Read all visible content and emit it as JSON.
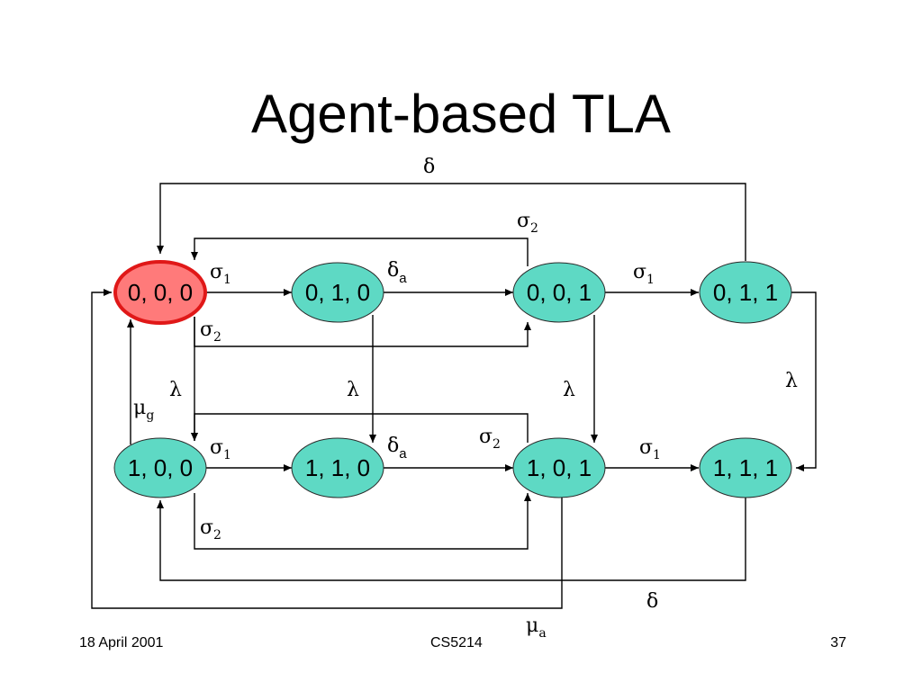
{
  "slide": {
    "title": "Agent-based TLA",
    "footer": {
      "date": "18 April 2001",
      "course": "CS5214",
      "page": "37"
    }
  },
  "colors": {
    "initial_state": "#ff7a7a",
    "initial_border": "#e01818",
    "state_fill": "#5ed9c4",
    "edge": "#000000"
  },
  "states": [
    {
      "id": "s000",
      "label": "0, 0, 0",
      "initial": true
    },
    {
      "id": "s010",
      "label": "0, 1, 0"
    },
    {
      "id": "s001",
      "label": "0, 0, 1"
    },
    {
      "id": "s011",
      "label": "0, 1, 1"
    },
    {
      "id": "s100",
      "label": "1, 0, 0"
    },
    {
      "id": "s110",
      "label": "1, 1, 0"
    },
    {
      "id": "s101",
      "label": "1, 0, 1"
    },
    {
      "id": "s111",
      "label": "1, 1, 1"
    }
  ],
  "edge_labels": {
    "delta_top": {
      "base": "δ",
      "sub": ""
    },
    "sigma2_top": {
      "base": "σ",
      "sub": "2"
    },
    "sigma1_r1a": {
      "base": "σ",
      "sub": "1"
    },
    "delta_a_r1": {
      "base": "δ",
      "sub": "a"
    },
    "sigma1_r1b": {
      "base": "σ",
      "sub": "1"
    },
    "sigma2_r1_lower": {
      "base": "σ",
      "sub": "2"
    },
    "lambda_1": {
      "base": "λ",
      "sub": ""
    },
    "lambda_2": {
      "base": "λ",
      "sub": ""
    },
    "lambda_3": {
      "base": "λ",
      "sub": ""
    },
    "lambda_4": {
      "base": "λ",
      "sub": ""
    },
    "mu_g": {
      "base": "μ",
      "sub": "g"
    },
    "sigma2_mid": {
      "base": "σ",
      "sub": "2"
    },
    "sigma1_r2a": {
      "base": "σ",
      "sub": "1"
    },
    "delta_a_r2": {
      "base": "δ",
      "sub": "a"
    },
    "sigma1_r2b": {
      "base": "σ",
      "sub": "1"
    },
    "sigma2_bottom": {
      "base": "σ",
      "sub": "2"
    },
    "delta_bottom": {
      "base": "δ",
      "sub": ""
    },
    "mu_a": {
      "base": "μ",
      "sub": "a"
    }
  }
}
